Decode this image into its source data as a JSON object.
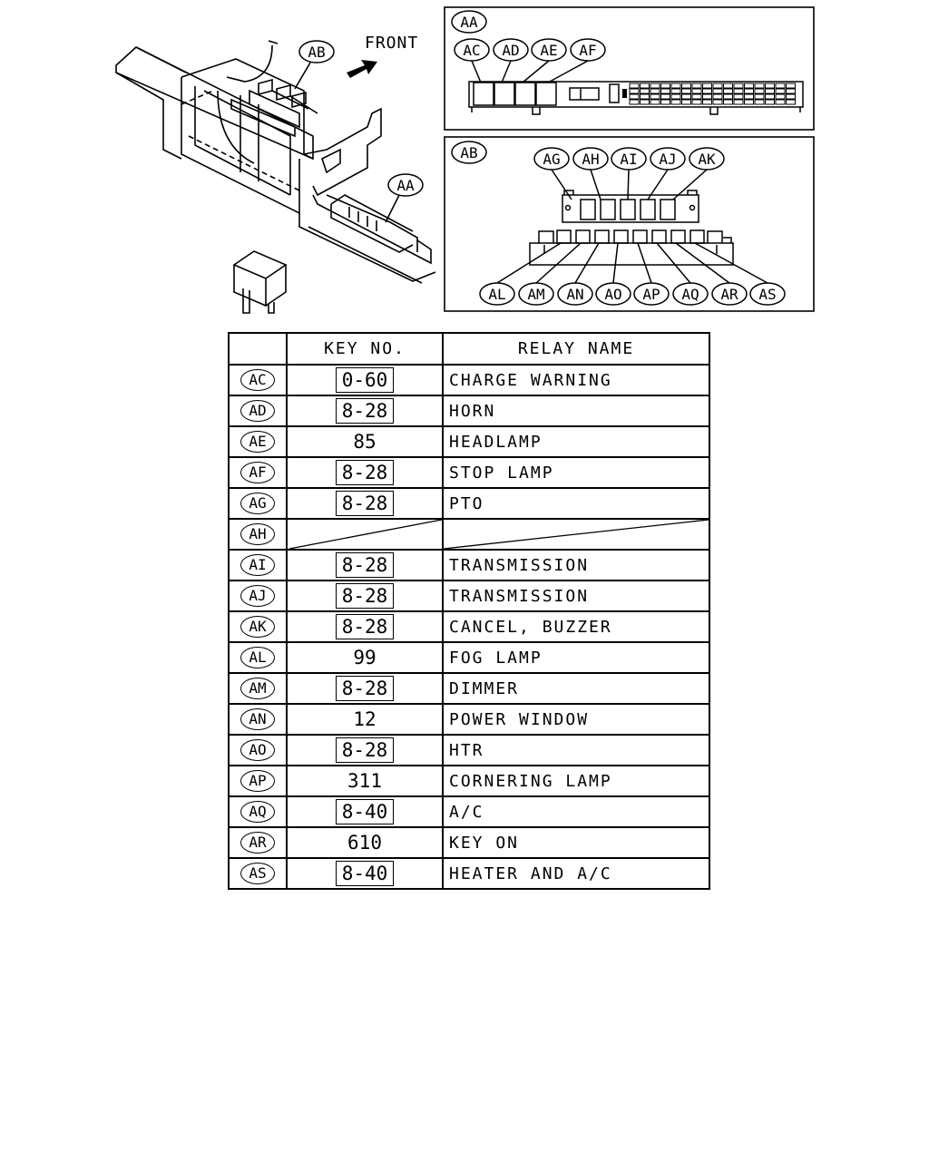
{
  "labels": {
    "front": "FRONT",
    "callout_ab": "AB",
    "callout_aa": "AA",
    "panel_aa": {
      "title": "AA",
      "relays": [
        "AC",
        "AD",
        "AE",
        "AF"
      ]
    },
    "panel_ab": {
      "title": "AB",
      "top_relays": [
        "AG",
        "AH",
        "AI",
        "AJ",
        "AK"
      ],
      "bottom_relays": [
        "AL",
        "AM",
        "AN",
        "AO",
        "AP",
        "AQ",
        "AR",
        "AS"
      ]
    }
  },
  "table": {
    "headers": {
      "tag": "",
      "key": "KEY NO.",
      "name": "RELAY NAME"
    },
    "rows": [
      {
        "tag": "AC",
        "key": "0-60",
        "boxed": true,
        "name": "CHARGE WARNING"
      },
      {
        "tag": "AD",
        "key": "8-28",
        "boxed": true,
        "name": "HORN"
      },
      {
        "tag": "AE",
        "key": "85",
        "boxed": false,
        "name": "HEADLAMP"
      },
      {
        "tag": "AF",
        "key": "8-28",
        "boxed": true,
        "name": "STOP LAMP"
      },
      {
        "tag": "AG",
        "key": "8-28",
        "boxed": true,
        "name": "PTO"
      },
      {
        "tag": "AH",
        "key": "",
        "boxed": false,
        "name": "",
        "empty": true
      },
      {
        "tag": "AI",
        "key": "8-28",
        "boxed": true,
        "name": "TRANSMISSION"
      },
      {
        "tag": "AJ",
        "key": "8-28",
        "boxed": true,
        "name": "TRANSMISSION"
      },
      {
        "tag": "AK",
        "key": "8-28",
        "boxed": true,
        "name": "CANCEL, BUZZER"
      },
      {
        "tag": "AL",
        "key": "99",
        "boxed": false,
        "name": "FOG LAMP"
      },
      {
        "tag": "AM",
        "key": "8-28",
        "boxed": true,
        "name": "DIMMER"
      },
      {
        "tag": "AN",
        "key": "12",
        "boxed": false,
        "name": "POWER WINDOW"
      },
      {
        "tag": "AO",
        "key": "8-28",
        "boxed": true,
        "name": "HTR"
      },
      {
        "tag": "AP",
        "key": "311",
        "boxed": false,
        "name": "CORNERING LAMP"
      },
      {
        "tag": "AQ",
        "key": "8-40",
        "boxed": true,
        "name": "A/C"
      },
      {
        "tag": "AR",
        "key": "610",
        "boxed": false,
        "name": "KEY ON"
      },
      {
        "tag": "AS",
        "key": "8-40",
        "boxed": true,
        "name": "HEATER AND A/C"
      }
    ]
  }
}
